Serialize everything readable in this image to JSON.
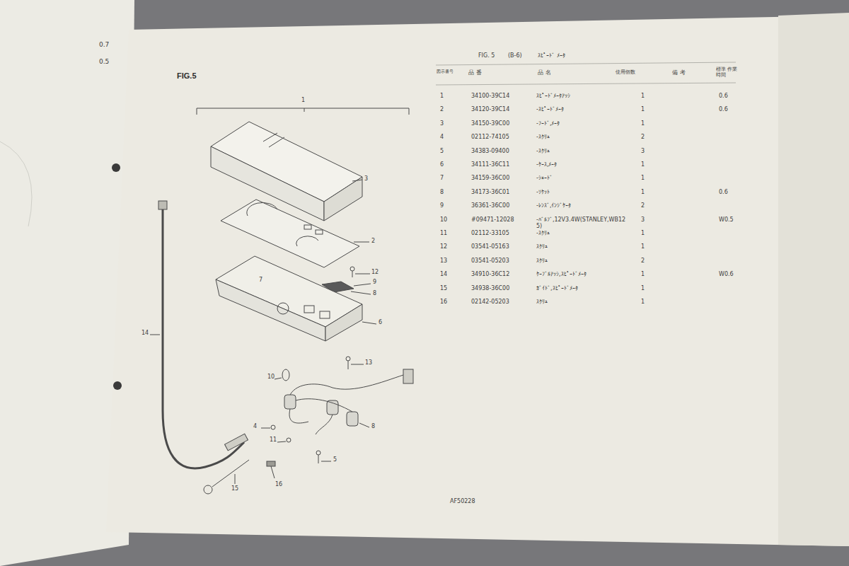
{
  "diagram": {
    "title": "FIG.5",
    "labels": [
      "0.7",
      "0.5",
      "FIG. 5",
      "(B-6)",
      "ｽﾋﾟｰﾄﾞ ﾒｰﾀ",
      "図示番号",
      "品 番",
      "品 名",
      "使用個数",
      "備 考",
      "標準 作業時間",
      "1",
      "34100-39C14",
      "ｽﾋﾟｰﾄﾞﾒｰﾀｱｯｼ",
      "1",
      "0.6",
      "2",
      "34120-39C14",
      "-ｽﾋﾟｰﾄﾞﾒｰﾀ",
      "1",
      "0.6",
      "3",
      "34150-39C00",
      "-ﾌｰﾄﾞ,ﾒｰﾀ",
      "1",
      "4",
      "02112-74105",
      "-ｽｸﾘｭ",
      "2",
      "5",
      "34383-09400",
      "-ｽｸﾘｭ",
      "3",
      "6",
      "34111-36C11",
      "-ｹｰｽ,ﾒｰﾀ",
      "1",
      "7",
      "34159-36C00",
      "-ｼｪｰﾄﾞ",
      "1",
      "8",
      "34173-36C01",
      "-ｿｹｯﾄ",
      "1",
      "0.6",
      "9",
      "36361-36C00",
      "-ﾚﾝｽﾞ,ｲﾝｼﾞｹｰﾀ",
      "2",
      "10",
      "#09471-12028",
      "-ﾊﾞﾙﾌﾞ,12V3.4W(STANLEY,WB125)",
      "3",
      "W0.5",
      "11",
      "02112-33105",
      "-ｽｸﾘｭ",
      "1",
      "12",
      "03541-05163",
      "ｽｸﾘｭ",
      "1",
      "13",
      "03541-05203",
      "ｽｸﾘｭ",
      "2",
      "14",
      "34910-36C12",
      "ｹｰﾌﾞﾙｱｯｼ,ｽﾋﾟｰﾄﾞﾒｰﾀ",
      "1",
      "W0.6",
      "15",
      "34938-36C00",
      "ｶﾞｲﾄﾞ,ｽﾋﾟｰﾄﾞﾒｰﾀ",
      "1",
      "16",
      "02142-05203",
      "ｽｸﾘｭ",
      "1",
      "AF50228",
      "1",
      "3",
      "2",
      "7",
      "12",
      "9",
      "8",
      "6",
      "14",
      "13",
      "10",
      "4",
      "11",
      "5",
      "8",
      "15",
      "16"
    ]
  }
}
